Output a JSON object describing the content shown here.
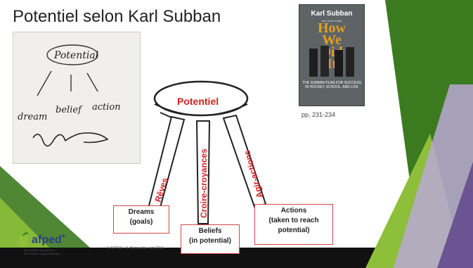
{
  "slide": {
    "title": "Potentiel selon Karl Subban",
    "colors": {
      "green_dark": "#3c7a1f",
      "green_mid": "#8dbf3a",
      "green_light": "#c4dc8c",
      "lavender": "#b9a8d4",
      "purple": "#6a5491",
      "red": "#d22020"
    }
  },
  "handwritten_note": {
    "circle_word": "Potential",
    "words": [
      "dream",
      "belief",
      "action"
    ]
  },
  "book": {
    "author": "Karl Subban",
    "coauthor": "and Scott Colby",
    "title_lines": [
      "How",
      "We",
      "Did",
      "It"
    ],
    "subtitle": "THE SUBBAN PLAN FOR SUCCESS IN HOCKEY, SCHOOL, AND LIFE",
    "pages": "pp. 231-234"
  },
  "stool": {
    "seat_label": "Potentiel",
    "legs": [
      "Rêves",
      "Croire-croyances",
      "Agir-actions"
    ]
  },
  "labels": {
    "dreams": {
      "line1": "Dreams",
      "line2": "(goals)"
    },
    "beliefs": {
      "line1": "Beliefs",
      "line2": "(in potential)"
    },
    "actions": {
      "line1": "Actions",
      "line2": "(taken to reach",
      "line3": "potential)"
    }
  },
  "footer": {
    "copyright": "© AFPED+, S. Bonneville, avril 2024",
    "logo_name": "afped",
    "logo_sub_line1": "Association francophone",
    "logo_sub_line2": "des troubles d'apprentissage"
  }
}
